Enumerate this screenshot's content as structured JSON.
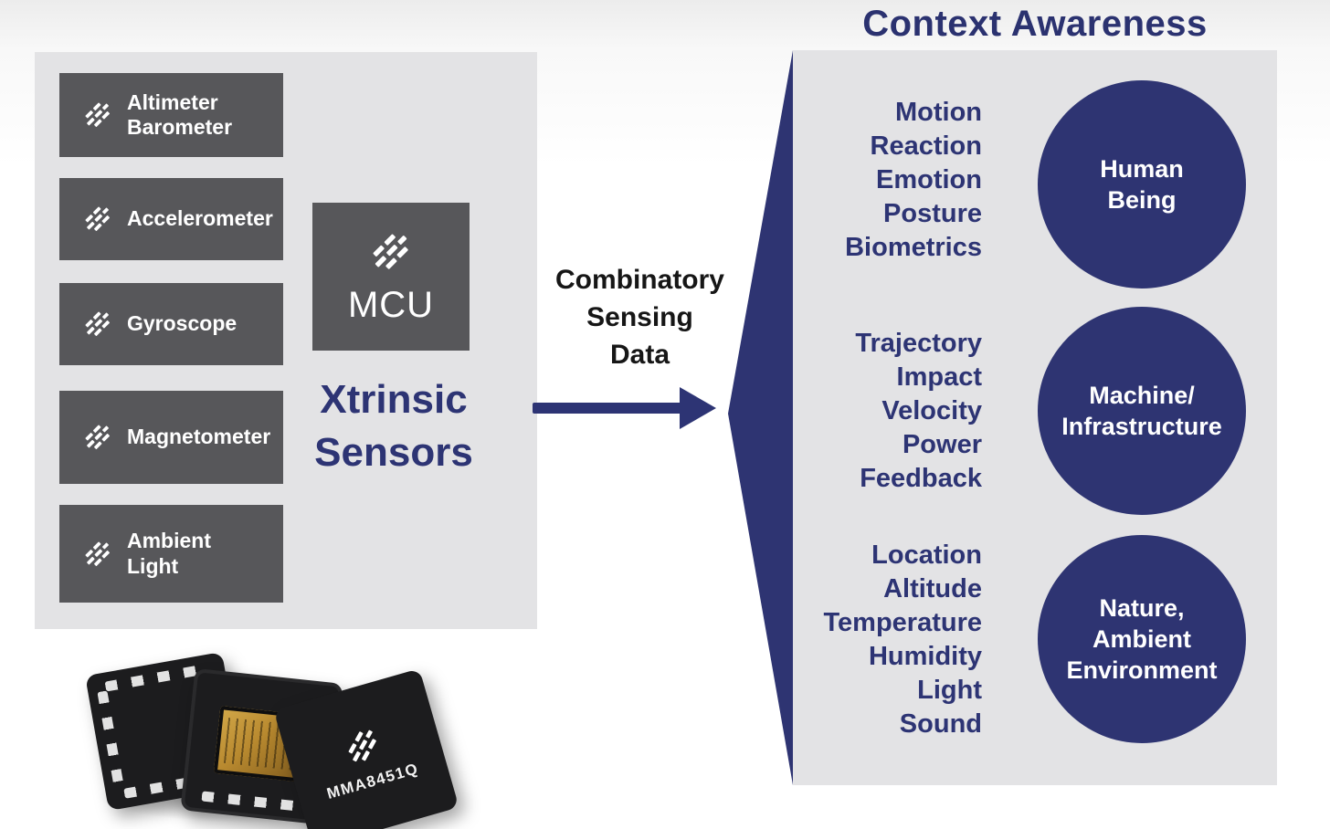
{
  "colors": {
    "navy": "#2d3474",
    "box_gray": "#57575a",
    "panel_gray": "#e3e3e5"
  },
  "left_panel": {
    "sensors": [
      {
        "label": "Altimeter\nBarometer"
      },
      {
        "label": "Accelerometer"
      },
      {
        "label": "Gyroscope"
      },
      {
        "label": "Magnetometer"
      },
      {
        "label": "Ambient\nLight"
      }
    ],
    "mcu_label": "MCU",
    "title": "Xtrinsic\nSensors"
  },
  "flow": {
    "label": "Combinatory\nSensing\nData"
  },
  "context": {
    "title": "Context Awareness",
    "groups": [
      {
        "items": [
          "Motion",
          "Reaction",
          "Emotion",
          "Posture",
          "Biometrics"
        ],
        "circle_label": "Human\nBeing"
      },
      {
        "items": [
          "Trajectory",
          "Impact",
          "Velocity",
          "Power",
          "Feedback"
        ],
        "circle_label": "Machine/\nInfrastructure"
      },
      {
        "items": [
          "Location",
          "Altitude",
          "Temperature",
          "Humidity",
          "Light",
          "Sound"
        ],
        "circle_label": "Nature,\nAmbient\nEnvironment"
      }
    ]
  },
  "chip": {
    "label": "MMA8451Q"
  }
}
